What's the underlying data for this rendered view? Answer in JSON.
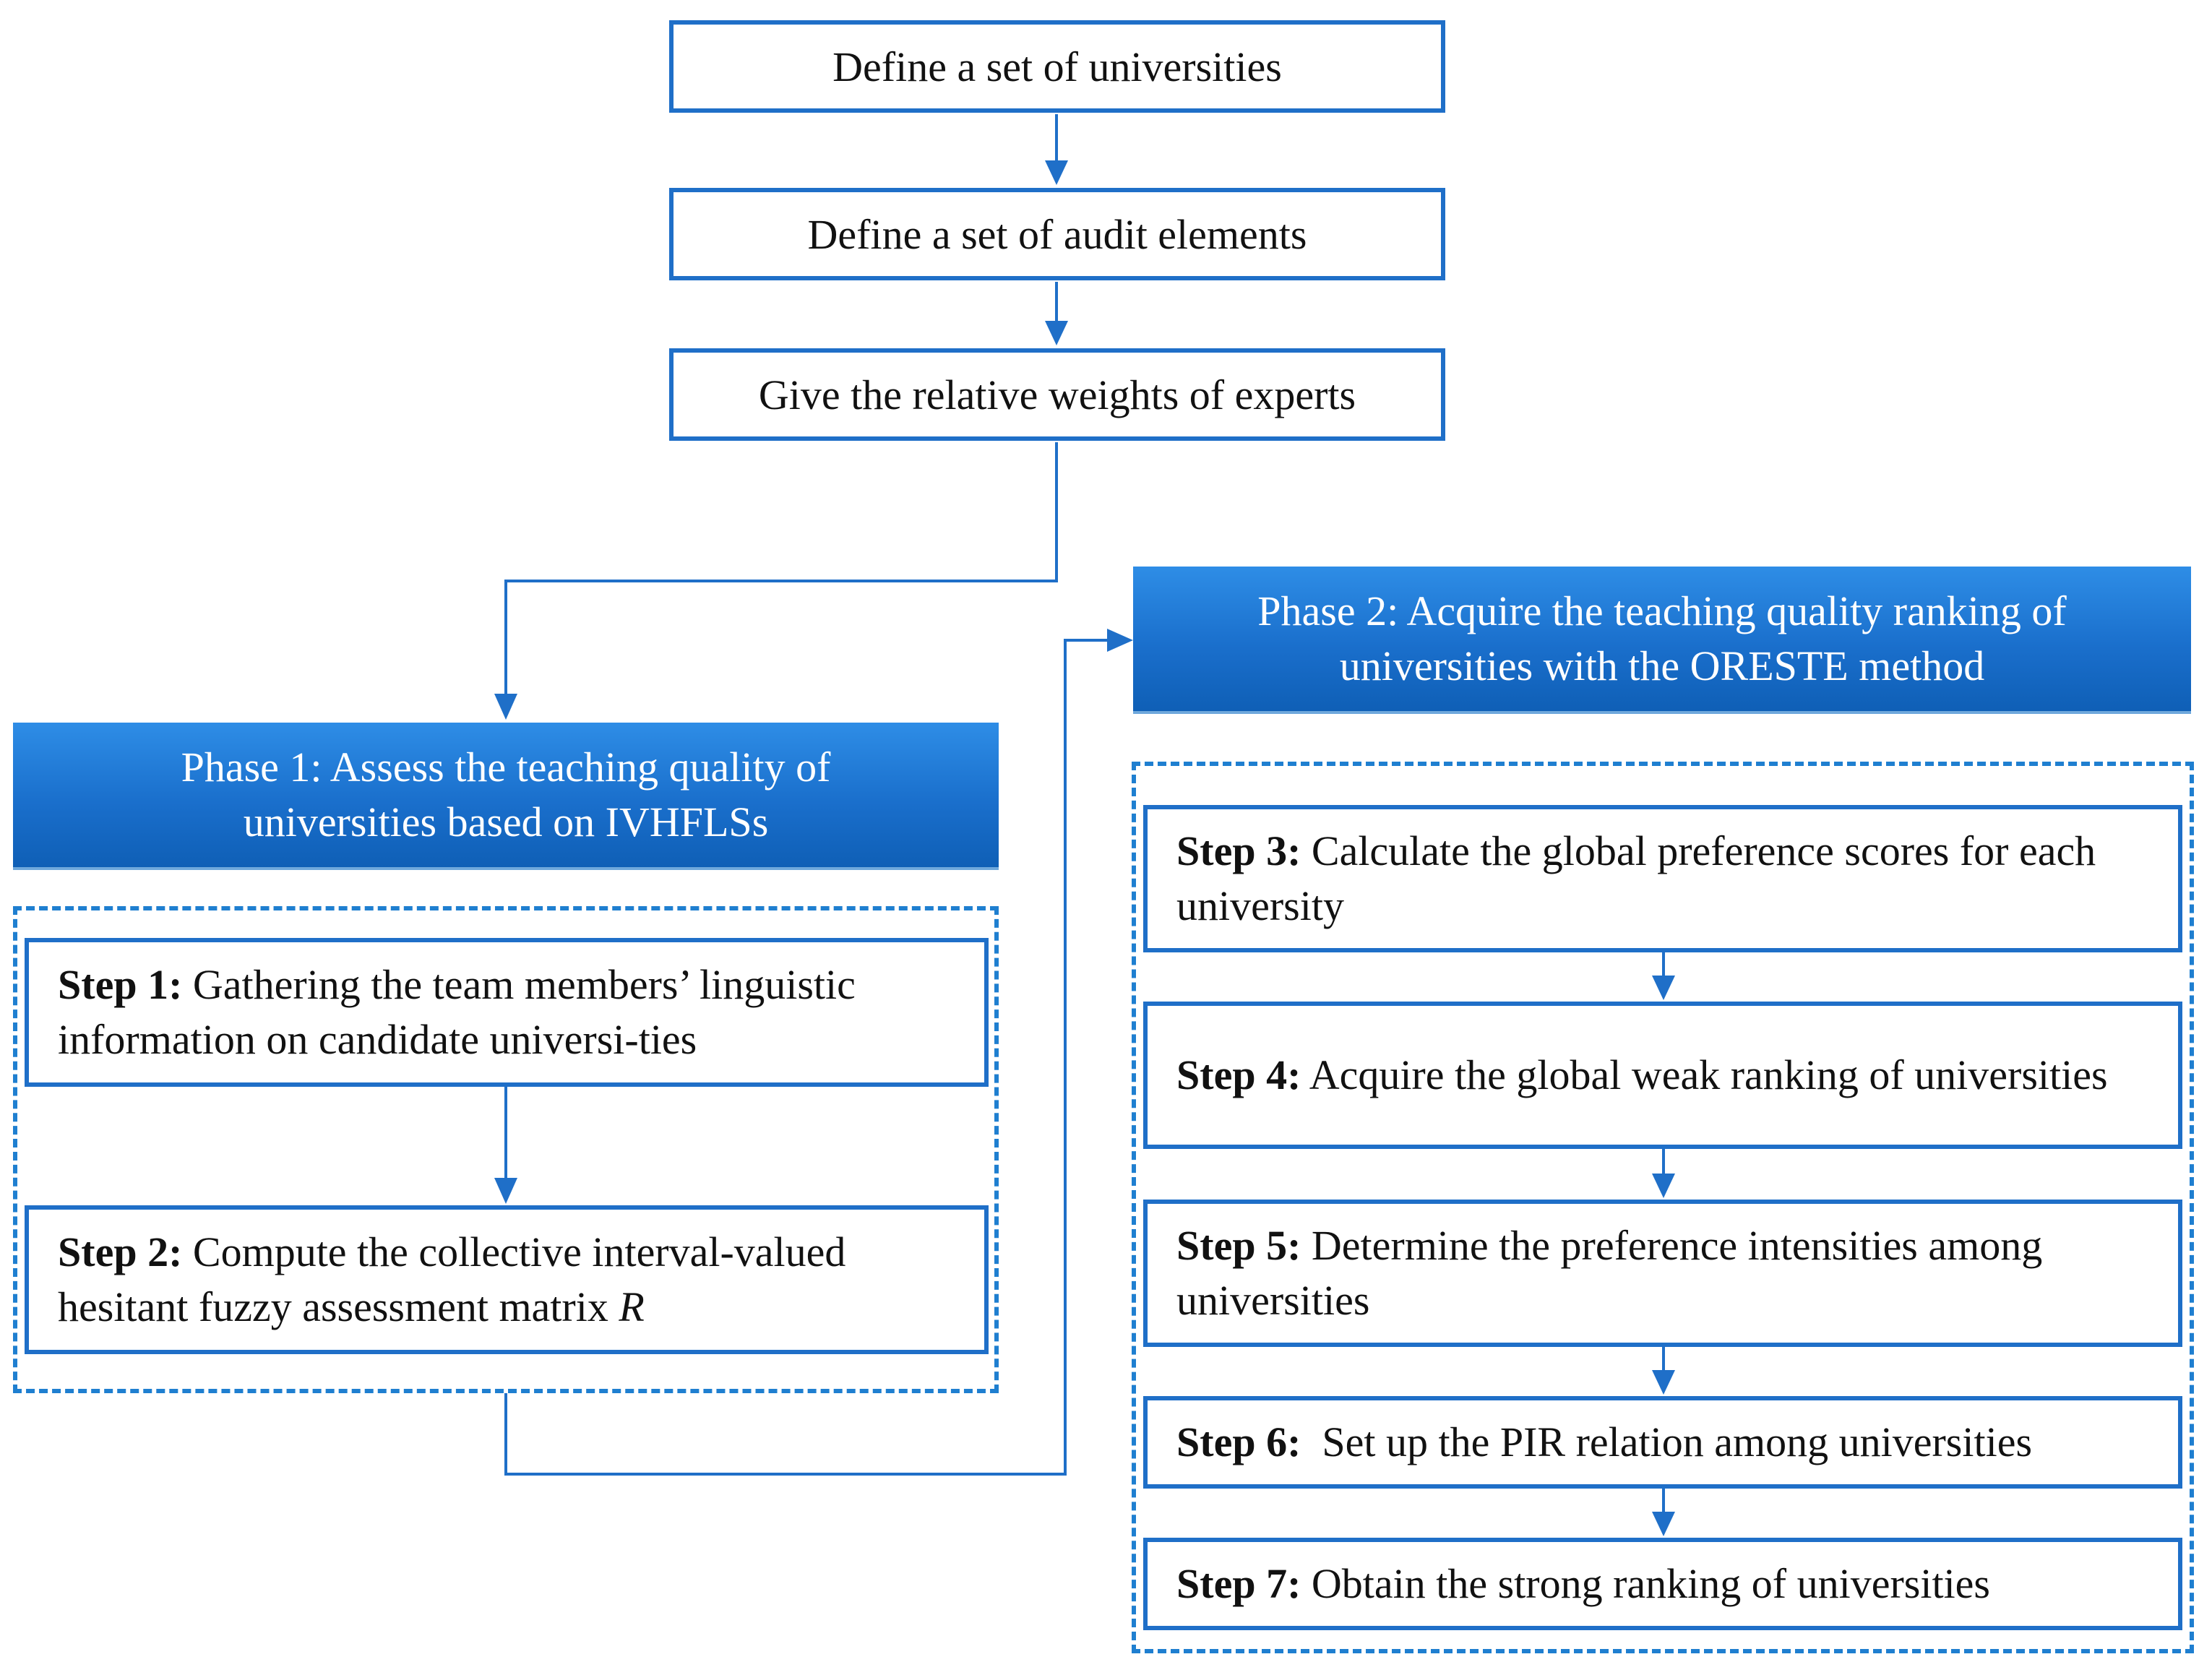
{
  "colors": {
    "accent": "#1f6fc8",
    "phase_fill": "#1a6fcc",
    "dashed": "#1f7fd0"
  },
  "top_steps": [
    "Define a set of universities",
    "Define a set of audit elements",
    "Give the relative weights of experts"
  ],
  "phase1": {
    "line1": "Phase 1: Assess the teaching quality of",
    "line2": "universities based on IVHFLSs",
    "steps": [
      {
        "label": "Step 1:",
        "text": " Gathering the team members’ linguistic information on candidate universi-ties"
      },
      {
        "label": "Step 2:",
        "text": " Compute the collective interval-valued hesitant fuzzy assessment matrix ",
        "italic": "R"
      }
    ]
  },
  "phase2": {
    "line1": "Phase 2: Acquire the teaching quality ranking of",
    "line2": "universities with the ORESTE method",
    "steps": [
      {
        "label": "Step 3:",
        "text": " Calculate the global preference scores for each university"
      },
      {
        "label": "Step 4:",
        "text": " Acquire the global weak ranking of universities"
      },
      {
        "label": "Step 5:",
        "text": " Determine the preference intensities among universities"
      },
      {
        "label": "Step 6:",
        "text": "  Set up the PIR relation among universities"
      },
      {
        "label": "Step 7:",
        "text": " Obtain the strong ranking of universities"
      }
    ]
  }
}
